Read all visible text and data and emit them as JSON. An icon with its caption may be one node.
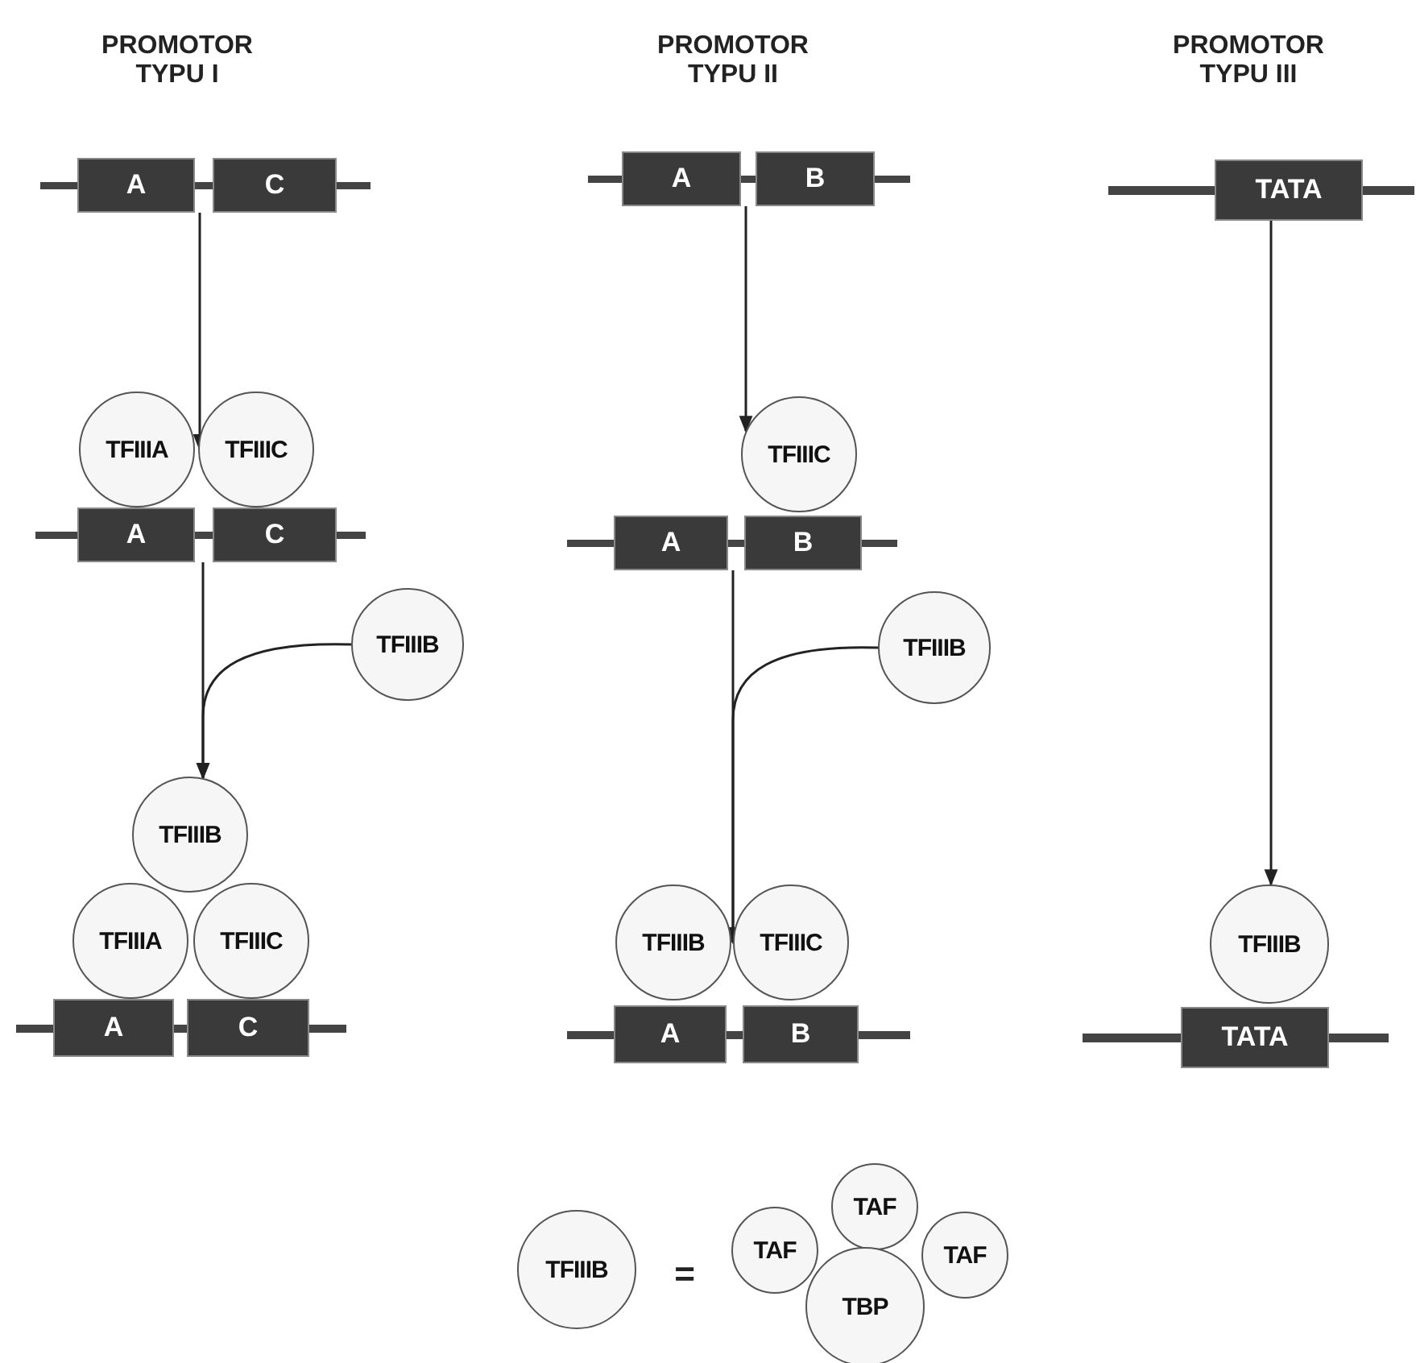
{
  "diagram": {
    "nodes": [
      {
        "text": [],
        "shape": "bar"
      },
      {
        "text": [
          "A"
        ],
        "in": 0
      },
      {
        "text": [
          "C"
        ],
        "in": 0
      },
      {
        "text": [
          "TFIIIA"
        ]
      },
      {
        "text": [
          "TFIIIC"
        ]
      },
      {
        "text": [],
        "shape": "bar"
      },
      {
        "text": [
          "A"
        ],
        "in": 5
      },
      {
        "text": [
          "C"
        ],
        "in": 5
      },
      {
        "text": [
          "TFIIIB"
        ]
      },
      {
        "text": [
          "TFIIIB"
        ]
      },
      {
        "text": [
          "TFIIIA"
        ]
      },
      {
        "text": [
          "TFIIIC"
        ]
      },
      {
        "text": [],
        "shape": "bar"
      },
      {
        "text": [
          "A"
        ],
        "in": 12
      },
      {
        "text": [
          "C"
        ],
        "in": 12
      },
      {
        "text": [],
        "shape": "bar"
      },
      {
        "text": [
          "A"
        ],
        "in": 15
      },
      {
        "text": [
          "B"
        ],
        "in": 15
      },
      {
        "text": [
          "TFIIIC"
        ]
      },
      {
        "text": [],
        "shape": "bar"
      },
      {
        "text": [
          "A"
        ],
        "in": 19
      },
      {
        "text": [
          "B"
        ],
        "in": 19
      },
      {
        "text": [
          "TFIIIB"
        ]
      },
      {
        "text": [
          "TFIIIB"
        ]
      },
      {
        "text": [
          "TFIIIC"
        ]
      },
      {
        "text": [],
        "shape": "bar"
      },
      {
        "text": [
          "A"
        ],
        "in": 25
      },
      {
        "text": [
          "B"
        ],
        "in": 25
      },
      {
        "text": [],
        "shape": "bar"
      },
      {
        "text": [
          "TATA"
        ],
        "in": 28
      },
      {
        "text": [
          "TFIIIB"
        ]
      },
      {
        "text": [],
        "shape": "bar"
      },
      {
        "text": [
          "TATA"
        ],
        "in": 31
      },
      {
        "text": [
          "TFIIIB"
        ]
      },
      {
        "text": [
          "TAF"
        ]
      },
      {
        "text": [
          "TAF"
        ]
      },
      {
        "text": [
          "TAF"
        ]
      },
      {
        "text": [
          "TBP"
        ]
      }
    ],
    "edges": [
      {
        "from": 0,
        "to": 3,
        "arrow": "to"
      },
      {
        "from": 5,
        "to": 9,
        "arrow": "to"
      },
      {
        "from": 8,
        "to": 9,
        "arrow": "to"
      },
      {
        "from": 15,
        "to": 18,
        "arrow": "to"
      },
      {
        "from": 19,
        "to": 23,
        "arrow": "to"
      },
      {
        "from": 22,
        "to": 23,
        "arrow": "to"
      },
      {
        "from": 28,
        "to": 30,
        "arrow": "to"
      }
    ],
    "labels": [
      "PROMOTOR TYPU I",
      "PROMOTOR TYPU II",
      "PROMOTOR TYPU III",
      "="
    ]
  }
}
